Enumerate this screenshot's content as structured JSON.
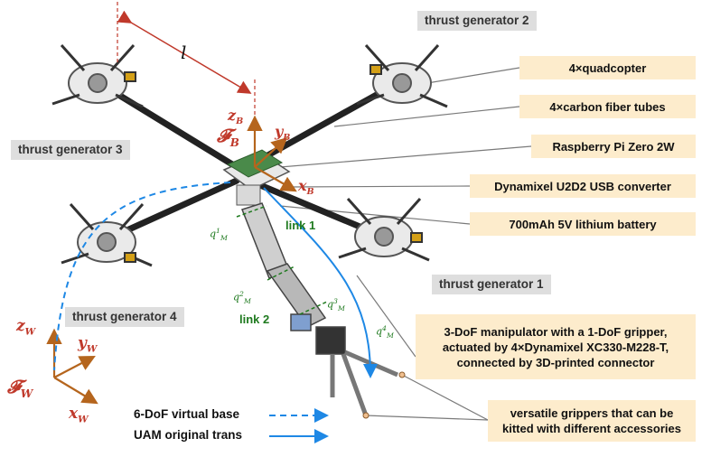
{
  "components": [
    {
      "label": "4×quadcopter"
    },
    {
      "label": "4×carbon fiber tubes"
    },
    {
      "label": "Raspberry Pi Zero 2W"
    },
    {
      "label": "Dynamixel U2D2 USB converter"
    },
    {
      "label": "700mAh 5V lithium battery"
    }
  ],
  "manipulator": {
    "lines": [
      "3-DoF manipulator with a 1-DoF gripper,",
      "actuated by 4×Dynamixel XC330-M228-T,",
      "connected by 3D-printed connector"
    ]
  },
  "grippers": {
    "lines": [
      "versatile grippers that can be",
      "kitted with different accessories"
    ]
  },
  "thrust_generators": {
    "tg1": "thrust generator 1",
    "tg2": "thrust generator 2",
    "tg3": "thrust generator 3",
    "tg4": "thrust generator 4"
  },
  "links": {
    "link1": "link 1",
    "link2": "link 2"
  },
  "arm_length_symbol": "l",
  "body_frame": {
    "frame": "𝓕",
    "z": "z",
    "y": "y",
    "x": "x",
    "sub": "B"
  },
  "world_frame": {
    "frame": "𝓕",
    "z": "z",
    "y": "y",
    "x": "x",
    "sub": "W"
  },
  "joints": [
    {
      "base": "q",
      "sup": "1",
      "sub": "M"
    },
    {
      "base": "q",
      "sup": "2",
      "sub": "M"
    },
    {
      "base": "q",
      "sup": "3",
      "sub": "M"
    },
    {
      "base": "q",
      "sup": "4",
      "sub": "M"
    }
  ],
  "legend": {
    "virtual_base": "6-DoF virtual base",
    "original_trans": "UAM original trans"
  },
  "colors": {
    "callout_bg": "#fdeccc",
    "frame_red": "#c0392b",
    "joint_green": "#1f7a1f",
    "traj_blue": "#1e88e5",
    "tg_label_bg": "#dedede"
  }
}
